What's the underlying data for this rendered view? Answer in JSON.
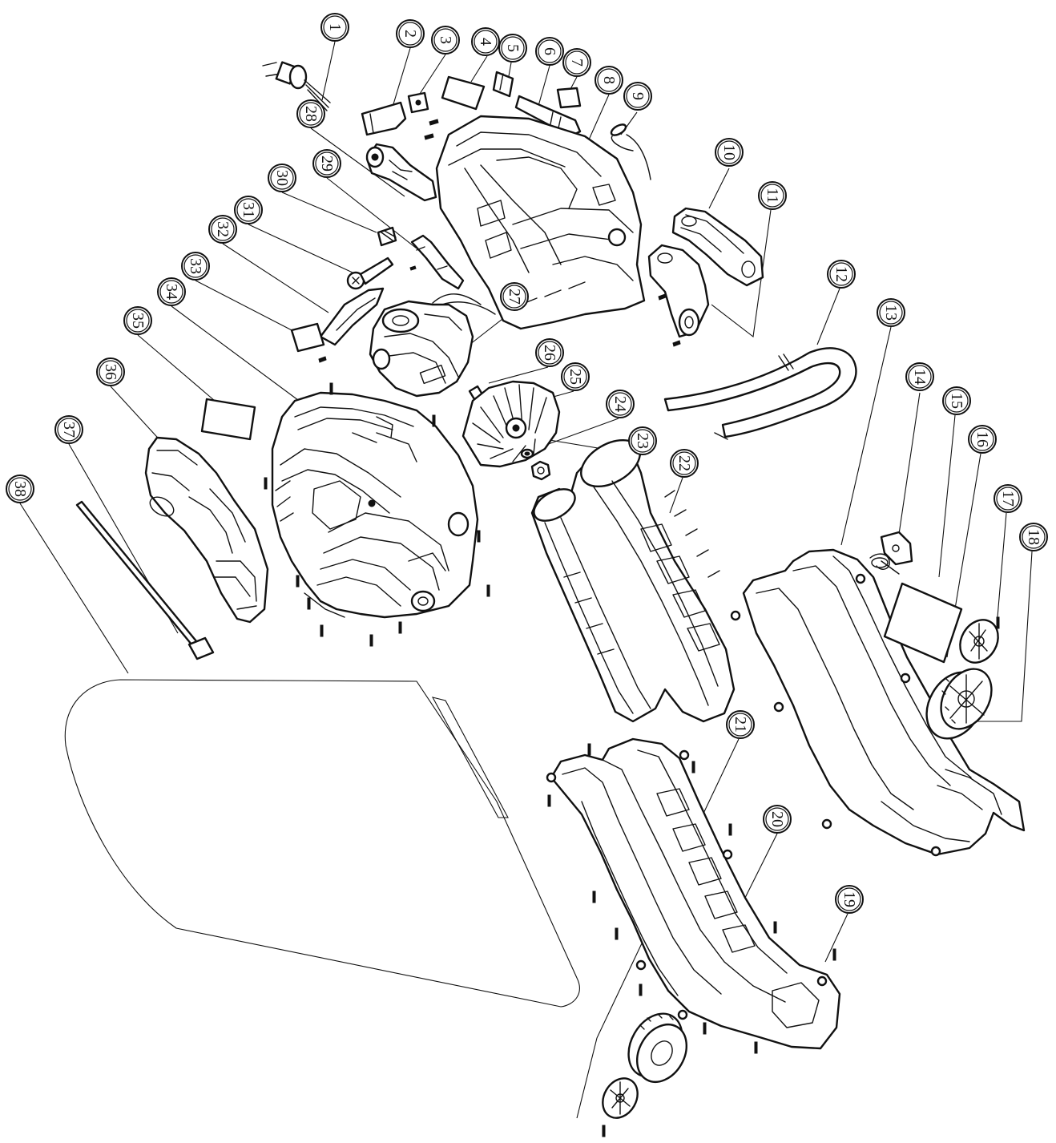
{
  "diagram": {
    "callouts": [
      "1",
      "2",
      "3",
      "4",
      "5",
      "6",
      "7",
      "8",
      "9",
      "10",
      "11",
      "12",
      "13",
      "14",
      "15",
      "16",
      "17",
      "18",
      "19",
      "20",
      "21",
      "22",
      "23",
      "24",
      "25",
      "26",
      "27",
      "28",
      "29",
      "30",
      "31",
      "32",
      "33",
      "34",
      "35",
      "36",
      "37",
      "38"
    ],
    "line_color": "#111111",
    "background": "#ffffff"
  }
}
